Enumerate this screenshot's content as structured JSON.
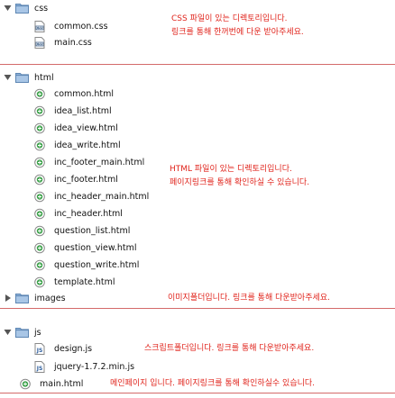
{
  "tree": {
    "css": {
      "name": "css",
      "files": [
        "common.css",
        "main.css"
      ],
      "note": [
        "CSS 파일이 있는 디렉토리입니다.",
        "링크를 통해 한꺼번에 다운 받아주세요."
      ]
    },
    "html": {
      "name": "html",
      "files": [
        "common.html",
        "idea_list.html",
        "idea_view.html",
        "idea_write.html",
        "inc_footer_main.html",
        "inc_footer.html",
        "inc_header_main.html",
        "inc_header.html",
        "question_list.html",
        "question_view.html",
        "question_write.html",
        "template.html"
      ],
      "note": [
        "HTML 파일이 있는 디렉토리입니다.",
        "페이지링크를 통해 확인하실 수 있습니다."
      ]
    },
    "images": {
      "name": "images",
      "note": "이미지폴더입니다. 링크를 통해 다운받아주세요."
    },
    "js": {
      "name": "js",
      "files": [
        "design.js",
        "jquery-1.7.2.min.js"
      ],
      "note": "스크립트폴더입니다. 링크를 통해 다운받아주세요."
    },
    "main": {
      "name": "main.html",
      "note": "메인페이지 입니다. 페이지링크를 통해 확인하실수 있습니다."
    }
  },
  "icons": {
    "folder": "folder-icon",
    "css_file": "css-file-icon",
    "html_file": "html-file-icon",
    "js_file": "js-file-icon",
    "expanded": "disclosure-expanded-icon",
    "collapsed": "disclosure-collapsed-icon"
  },
  "colors": {
    "note": "#e0231b",
    "divider": "#d46a6a",
    "folder": "#8fb3d9"
  }
}
